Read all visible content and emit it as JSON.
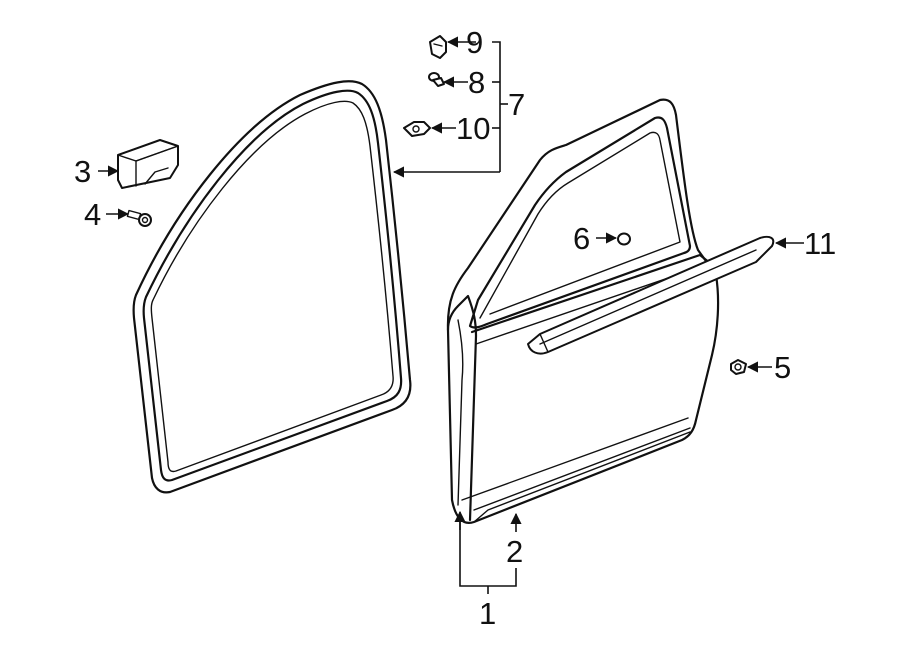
{
  "callouts": {
    "c1": "1",
    "c2": "2",
    "c3": "3",
    "c4": "4",
    "c5": "5",
    "c6": "6",
    "c7": "7",
    "c8": "8",
    "c9": "9",
    "c10": "10",
    "c11": "11"
  },
  "colors": {
    "line": "#111111",
    "background": "#ffffff",
    "shade": "#e6e6e6"
  }
}
